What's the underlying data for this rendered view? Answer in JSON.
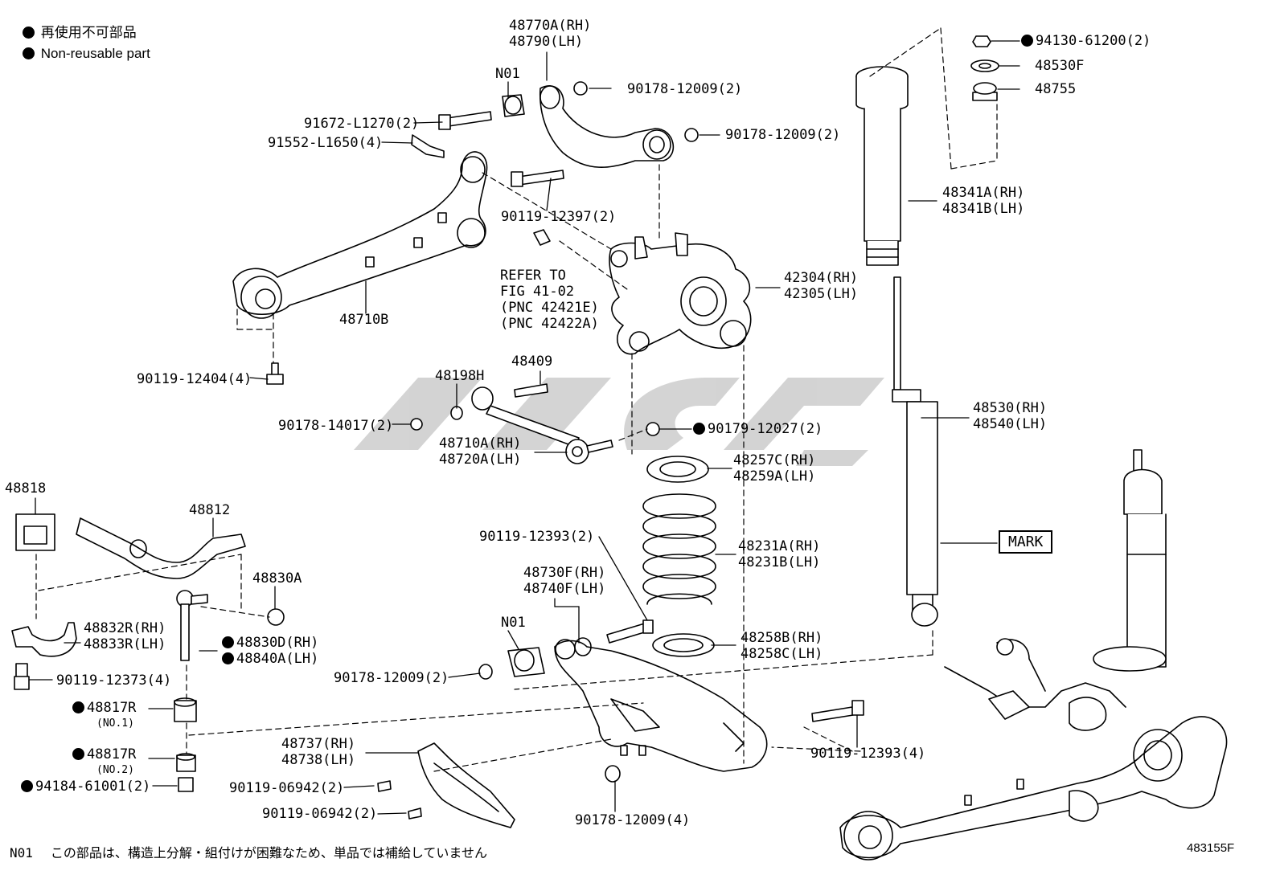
{
  "legend": {
    "ja": "再使用不可部品",
    "en": "Non-reusable part"
  },
  "footnote": {
    "code": "N01",
    "text": "この部品は、構造上分解・組付けが困難なため、単品では補給していません"
  },
  "diagram_code": "483155F",
  "mark_label": "MARK",
  "watermark_text": "ريس",
  "parts": {
    "p48770": [
      "48770A(RH)",
      "48790(LH)"
    ],
    "n01a": "N01",
    "p90178_a": "90178-12009(2)",
    "p90178_b": "90178-12009(2)",
    "p91672": "91672-L1270(2)",
    "p91552": "91552-L1650(4)",
    "p90119_12397": "90119-12397(2)",
    "p48710b": "48710B",
    "p90119_12404": "90119-12404(4)",
    "refer": [
      "REFER TO",
      "FIG 41-02",
      "(PNC 42421E)",
      "(PNC 42422A)"
    ],
    "p42304": [
      "42304(RH)",
      "42305(LH)"
    ],
    "p48198h": "48198H",
    "p48409": "48409",
    "p90178_14017": "90178-14017(2)",
    "p90179": "90179-12027(2)",
    "p48710a": [
      "48710A(RH)",
      "48720A(LH)"
    ],
    "p48257": [
      "48257C(RH)",
      "48259A(LH)"
    ],
    "p48231": [
      "48231A(RH)",
      "48231B(LH)"
    ],
    "p48258": [
      "48258B(RH)",
      "48258C(LH)"
    ],
    "p90119_12393a": "90119-12393(2)",
    "p48730": [
      "48730F(RH)",
      "48740F(LH)"
    ],
    "n01b": "N01",
    "p90178_c": "90178-12009(2)",
    "p90119_12393b": "90119-12393(4)",
    "p48737": [
      "48737(RH)",
      "48738(LH)"
    ],
    "p90119_06942a": "90119-06942(2)",
    "p90119_06942b": "90119-06942(2)",
    "p90178_d": "90178-12009(4)",
    "p94130": "94130-61200(2)",
    "p48530f": "48530F",
    "p48755": "48755",
    "p48341": [
      "48341A(RH)",
      "48341B(LH)"
    ],
    "p48530": [
      "48530(RH)",
      "48540(LH)"
    ],
    "p48818": "48818",
    "p48812": "48812",
    "p48830a": "48830A",
    "p48832": [
      "48832R(RH)",
      "48833R(LH)"
    ],
    "p48830d": [
      "48830D(RH)",
      "48840A(LH)"
    ],
    "p90119_12373": "90119-12373(4)",
    "p48817r1": [
      "48817R",
      "(NO.1)"
    ],
    "p48817r2": [
      "48817R",
      "(NO.2)"
    ],
    "p94184": "94184-61001(2)"
  }
}
